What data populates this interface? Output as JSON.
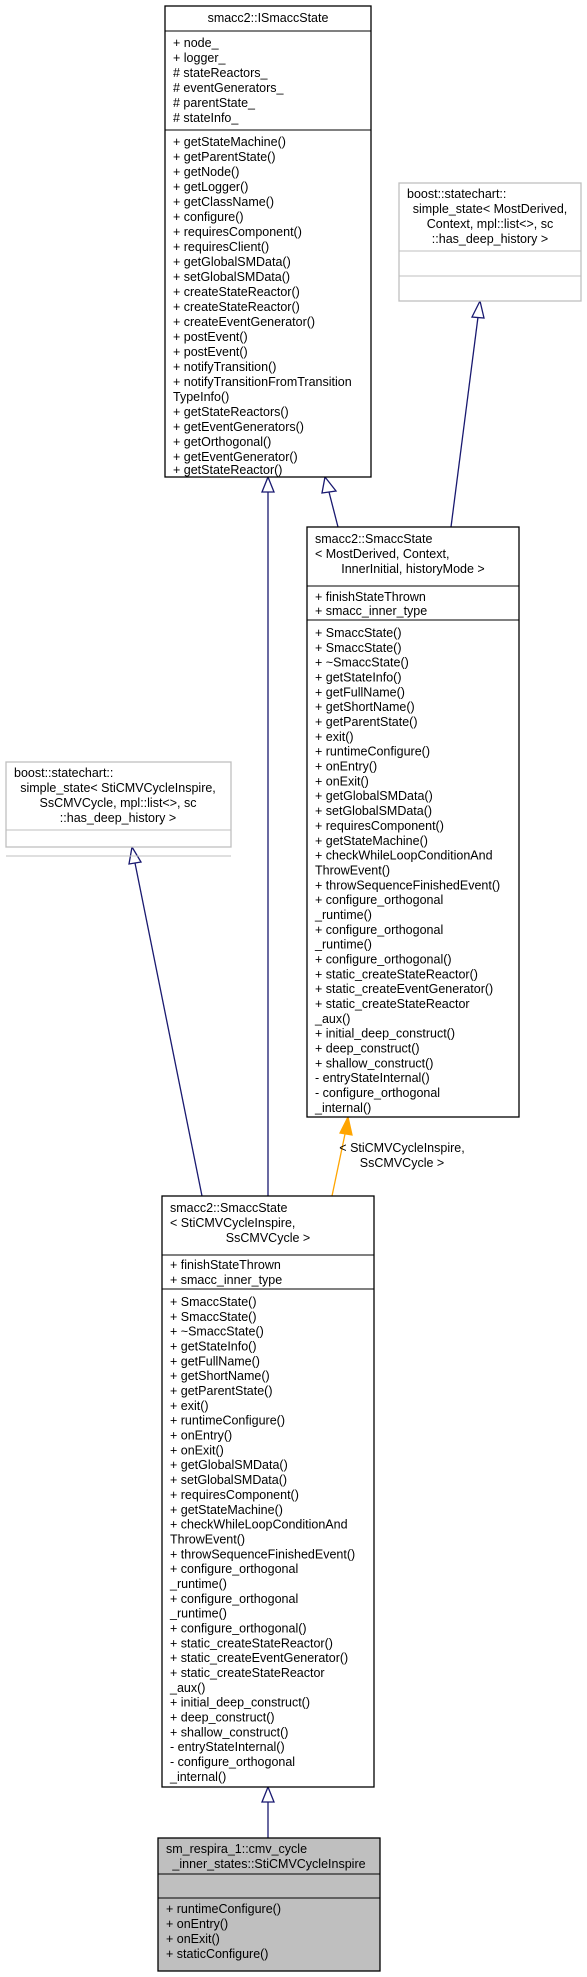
{
  "classes": {
    "ismacc_state": {
      "title": [
        "smacc2::ISmaccState"
      ],
      "attributes": [
        "+ node_",
        "+ logger_",
        "# stateReactors_",
        "# eventGenerators_",
        "# parentState_",
        "# stateInfo_"
      ],
      "methods": [
        "+ getStateMachine()",
        "+ getParentState()",
        "+ getNode()",
        "+ getLogger()",
        "+ getClassName()",
        "+ configure()",
        "+ requiresComponent()",
        "+ requiresClient()",
        "+ getGlobalSMData()",
        "+ setGlobalSMData()",
        "+ createStateReactor()",
        "+ createStateReactor()",
        "+ createEventGenerator()",
        "+ postEvent()",
        "+ postEvent()",
        "+ notifyTransition()",
        "+ notifyTransitionFromTransition",
        "TypeInfo()",
        "+ getStateReactors()",
        "+ getEventGenerators()",
        "+ getOrthogonal()",
        "+ getEventGenerator()",
        "+ getStateReactor()"
      ]
    },
    "boost_simple_state_template": {
      "title": [
        "boost::statechart::",
        "simple_state< MostDerived,",
        "Context, mpl::list<>, sc",
        "::has_deep_history >"
      ],
      "attributes": [],
      "methods": []
    },
    "smacc_state_template": {
      "title": [
        "smacc2::SmaccState",
        "< MostDerived, Context,",
        "InnerInitial, historyMode >"
      ],
      "attributes": [
        "+ finishStateThrown",
        "+ smacc_inner_type"
      ],
      "methods": [
        "+ SmaccState()",
        "+ SmaccState()",
        "+ ~SmaccState()",
        "+ getStateInfo()",
        "+ getFullName()",
        "+ getShortName()",
        "+ getParentState()",
        "+ exit()",
        "+ runtimeConfigure()",
        "+ onEntry()",
        "+ onExit()",
        "+ getGlobalSMData()",
        "+ setGlobalSMData()",
        "+ requiresComponent()",
        "+ getStateMachine()",
        "+ checkWhileLoopConditionAnd",
        "ThrowEvent()",
        "+ throwSequenceFinishedEvent()",
        "+ configure_orthogonal",
        "_runtime()",
        "+ configure_orthogonal",
        "_runtime()",
        "+ configure_orthogonal()",
        "+ static_createStateReactor()",
        "+ static_createEventGenerator()",
        "+ static_createStateReactor",
        "_aux()",
        "+ initial_deep_construct()",
        "+ deep_construct()",
        "+ shallow_construct()",
        "- entryStateInternal()",
        "- configure_orthogonal",
        "_internal()"
      ]
    },
    "boost_simple_state_inst": {
      "title": [
        "boost::statechart::",
        "simple_state< StiCMVCycleInspire,",
        "SsCMVCycle, mpl::list<>, sc",
        "::has_deep_history >"
      ],
      "attributes": [],
      "methods": []
    },
    "smacc_state_inst": {
      "title": [
        "smacc2::SmaccState",
        "< StiCMVCycleInspire,",
        "SsCMVCycle >"
      ],
      "attributes": [
        "+ finishStateThrown",
        "+ smacc_inner_type"
      ],
      "methods": [
        "+ SmaccState()",
        "+ SmaccState()",
        "+ ~SmaccState()",
        "+ getStateInfo()",
        "+ getFullName()",
        "+ getShortName()",
        "+ getParentState()",
        "+ exit()",
        "+ runtimeConfigure()",
        "+ onEntry()",
        "+ onExit()",
        "+ getGlobalSMData()",
        "+ setGlobalSMData()",
        "+ requiresComponent()",
        "+ getStateMachine()",
        "+ checkWhileLoopConditionAnd",
        "ThrowEvent()",
        "+ throwSequenceFinishedEvent()",
        "+ configure_orthogonal",
        "_runtime()",
        "+ configure_orthogonal",
        "_runtime()",
        "+ configure_orthogonal()",
        "+ static_createStateReactor()",
        "+ static_createEventGenerator()",
        "+ static_createStateReactor",
        "_aux()",
        "+ initial_deep_construct()",
        "+ deep_construct()",
        "+ shallow_construct()",
        "- entryStateInternal()",
        "- configure_orthogonal",
        "_internal()"
      ]
    },
    "sti_cmv_cycle_inspire": {
      "title": [
        "sm_respira_1::cmv_cycle",
        "_inner_states::StiCMVCycleInspire"
      ],
      "attributes": [],
      "methods": [
        "+ runtimeConfigure()",
        "+ onEntry()",
        "+ onExit()",
        "+ staticConfigure()"
      ]
    }
  },
  "edge_labels": {
    "template_binding": [
      "< StiCMVCycleInspire,",
      "SsCMVCycle >"
    ]
  },
  "colors": {
    "inheritance_edge": "#191970",
    "template_edge": "#ffa500",
    "box_border": "#000000",
    "external_box_border": "#bfbfbf",
    "focus_fill": "#bfbfbf"
  }
}
